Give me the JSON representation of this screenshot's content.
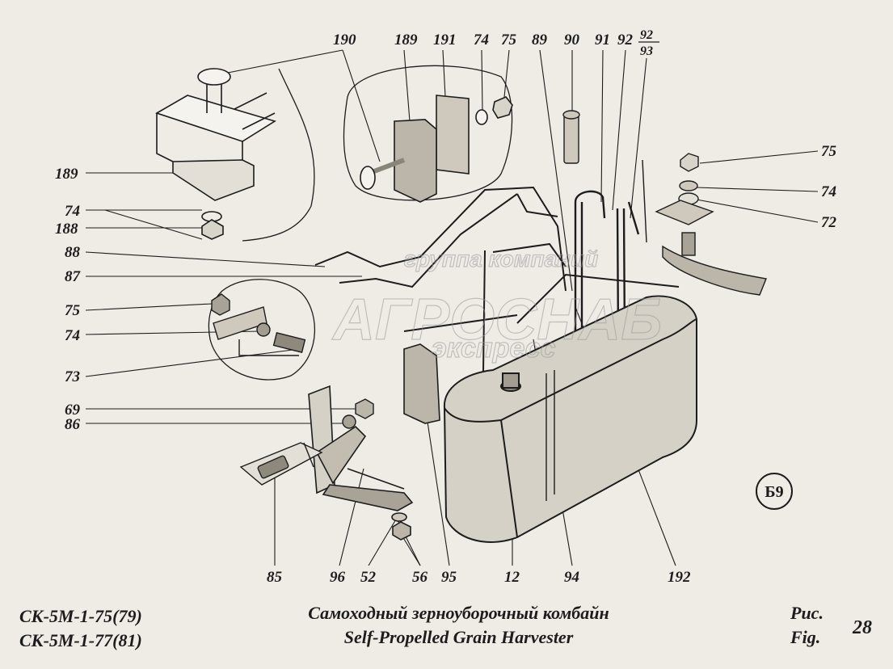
{
  "callouts": {
    "c190": "190",
    "c189t": "189",
    "c191": "191",
    "c74t": "74",
    "c75t": "75",
    "c89": "89",
    "c90": "90",
    "c91": "91",
    "c92": "92",
    "c92f": "92",
    "c93f": "93",
    "c75r": "75",
    "c74r": "74",
    "c72r": "72",
    "c189l": "189",
    "c74l": "74",
    "c188l": "188",
    "c88": "88",
    "c87": "87",
    "c75l": "75",
    "c74m": "74",
    "c73": "73",
    "c69": "69",
    "c86": "86",
    "c85": "85",
    "c96": "96",
    "c52": "52",
    "c56": "56",
    "c95": "95",
    "c12": "12",
    "c94": "94",
    "c192": "192"
  },
  "badge": "Б9",
  "watermark": {
    "line1": "группа компаний",
    "line2": "АГРОСНАБ",
    "line3": "экспресс"
  },
  "footer": {
    "model1": "СК-5М-1-75(79)",
    "model2": "СК-5М-1-77(81)",
    "title_ru": "Самоходный зерноуборочный комбайн",
    "title_en": "Self-Propelled Grain Harvester",
    "fig_ru": "Рис.",
    "fig_en": "Fig.",
    "fig_number": "28"
  }
}
